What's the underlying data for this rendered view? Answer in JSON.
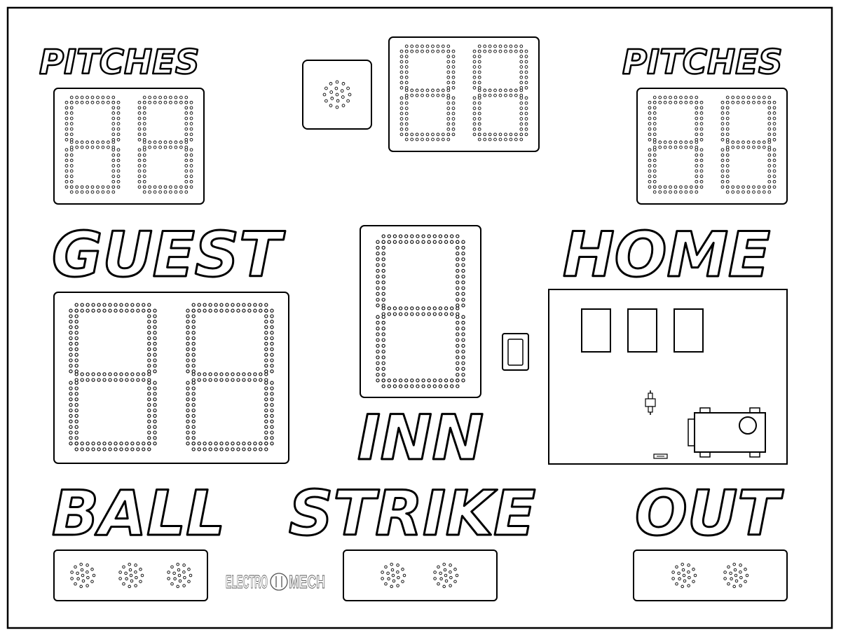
{
  "labels": {
    "pitches_left": "PITCHES",
    "pitches_right": "PITCHES",
    "guest": "GUEST",
    "home": "HOME",
    "inn": "INN",
    "ball": "BALL",
    "strike": "STRIKE",
    "out": "OUT"
  },
  "logo": {
    "left": "ELECTRO",
    "right": "MECH"
  },
  "indicators": {
    "ball_count": 3,
    "strike_count": 2,
    "out_count": 2
  },
  "colors": {
    "outline": "#000000",
    "face": "#ffffff",
    "logo": "#555555"
  }
}
